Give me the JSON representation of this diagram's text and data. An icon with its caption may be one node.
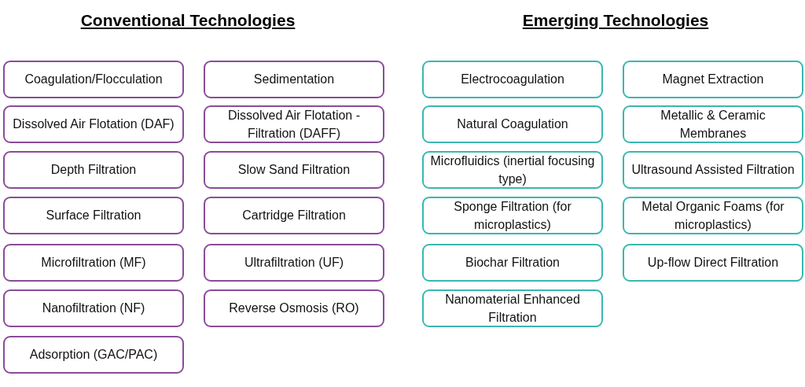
{
  "diagram": {
    "nodes": [
      {
        "text": [
          "Coagulation/Flocculation"
        ]
      },
      {
        "text": [
          "Dissolved Air Flotation (DAF)"
        ]
      },
      {
        "text": [
          "Depth Filtration"
        ]
      },
      {
        "text": [
          "Surface Filtration"
        ]
      },
      {
        "text": [
          "Microfiltration (MF)"
        ]
      },
      {
        "text": [
          "Nanofiltration (NF)"
        ]
      },
      {
        "text": [
          "Adsorption (GAC/PAC)"
        ]
      },
      {
        "text": [
          "Sedimentation"
        ]
      },
      {
        "text": [
          "Dissolved Air Flotation - Filtration (DAFF)"
        ]
      },
      {
        "text": [
          "Slow Sand Filtration"
        ]
      },
      {
        "text": [
          "Cartridge Filtration"
        ]
      },
      {
        "text": [
          "Ultrafiltration (UF)"
        ]
      },
      {
        "text": [
          "Reverse Osmosis (RO)"
        ]
      },
      {
        "text": [
          "Electrocoagulation"
        ]
      },
      {
        "text": [
          "Natural Coagulation"
        ]
      },
      {
        "text": [
          "Microfluidics (inertial focusing type)"
        ]
      },
      {
        "text": [
          "Sponge Filtration (for microplastics)"
        ]
      },
      {
        "text": [
          "Biochar Filtration"
        ]
      },
      {
        "text": [
          "Nanomaterial Enhanced Filtration"
        ]
      },
      {
        "text": [
          "Magnet Extraction"
        ]
      },
      {
        "text": [
          "Metallic & Ceramic Membranes"
        ]
      },
      {
        "text": [
          "Ultrasound Assisted Filtration"
        ]
      },
      {
        "text": [
          "Metal Organic Foams (for microplastics)"
        ]
      },
      {
        "text": [
          "Up-flow Direct Filtration"
        ]
      }
    ],
    "edges": [],
    "labels": [
      "Conventional Technologies",
      "Emerging Technologies"
    ]
  }
}
